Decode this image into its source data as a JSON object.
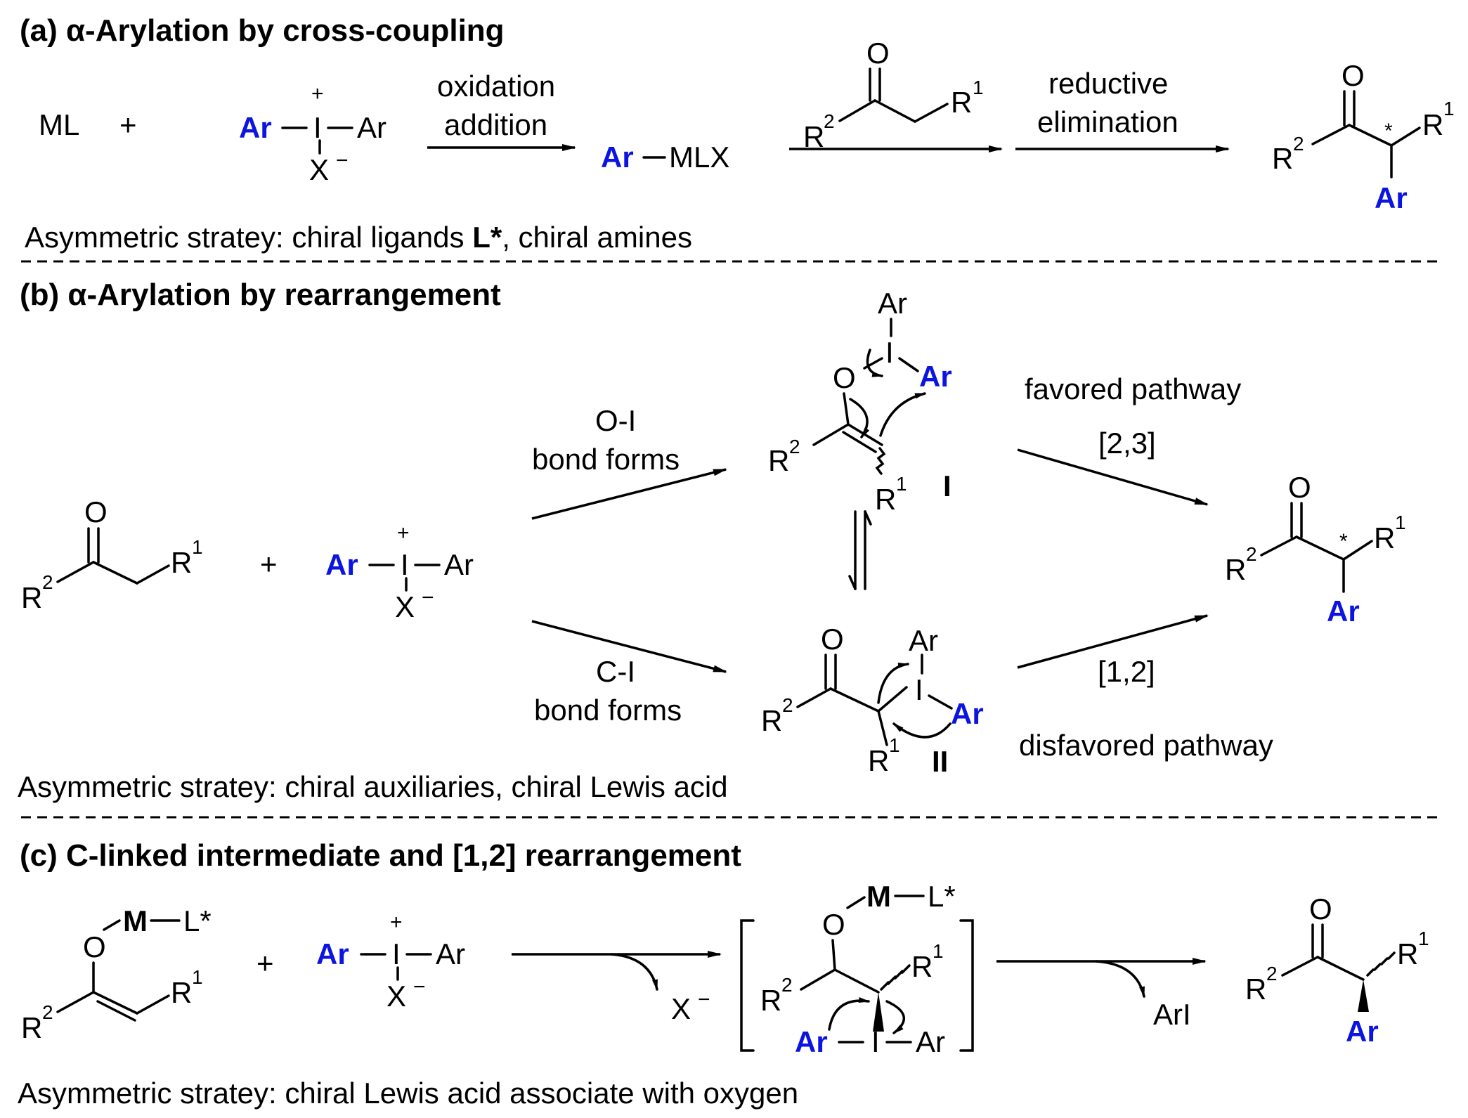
{
  "section_a": {
    "title": "(a) α-Arylation by cross-coupling",
    "reagent_ML": "ML",
    "plus": "+",
    "ar": "Ar",
    "iodine": "I",
    "ar_plain": "Ar",
    "charge_plus": "+",
    "x_label": "X",
    "charge_minus": "−",
    "step1_line1": "oxidation",
    "step1_line2": "addition",
    "intermediate_MLX": "MLX",
    "ketone_O": "O",
    "r1": "R",
    "r2": "R",
    "sup1": "1",
    "sup2": "2",
    "step2_line1": "reductive",
    "step2_line2": "elimination",
    "star": "*",
    "strategy_prefix": "Asymmetric stratey: chiral ligands ",
    "strategy_bold": "L*",
    "strategy_suffix": ", chiral amines"
  },
  "section_b": {
    "title": "(b) α-Arylation by rearrangement",
    "upper_line1": "O-I",
    "upper_line2": "bond forms",
    "lower_line1": "C-I",
    "lower_line2": "bond forms",
    "favored": "favored pathway",
    "favored_type": "[2,3]",
    "disfavored": "disfavored pathway",
    "disfavored_type": "[1,2]",
    "intermediate_I": "I",
    "intermediate_II": "II",
    "strategy": "Asymmetric stratey: chiral auxiliaries, chiral Lewis acid"
  },
  "section_c": {
    "title": "(c) C-linked intermediate and [1,2] rearrangement",
    "metal": "M",
    "ligand": "L*",
    "byproduct_X": "X",
    "byproduct_ArI": "ArI",
    "strategy": "Asymmetric stratey: chiral Lewis acid associate with oxygen"
  },
  "colors": {
    "aryl_highlight": "#0b14e0",
    "text": "#000000"
  }
}
